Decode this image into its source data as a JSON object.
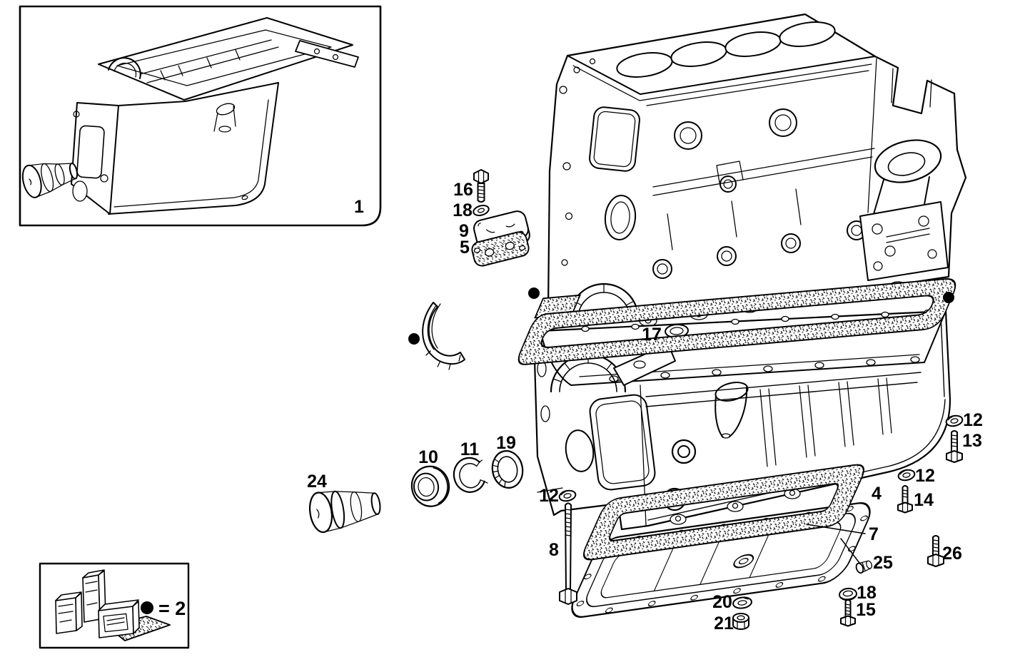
{
  "colors": {
    "ink": "#000000",
    "paper": "#ffffff"
  },
  "inset": {
    "callout": "1"
  },
  "legend": {
    "marker_icon": "filled-dot",
    "label": "= 2"
  },
  "callouts": {
    "c4": "4",
    "c5": "5",
    "c7": "7",
    "c8": "8",
    "c9": "9",
    "c10": "10",
    "c11": "11",
    "c12a": "12",
    "c12b": "12",
    "c12c": "12",
    "c13": "13",
    "c14": "14",
    "c15": "15",
    "c16": "16",
    "c17": "17",
    "c18a": "18",
    "c18b": "18",
    "c19": "19",
    "c20": "20",
    "c21": "21",
    "c24": "24",
    "c25": "25",
    "c26": "26"
  }
}
